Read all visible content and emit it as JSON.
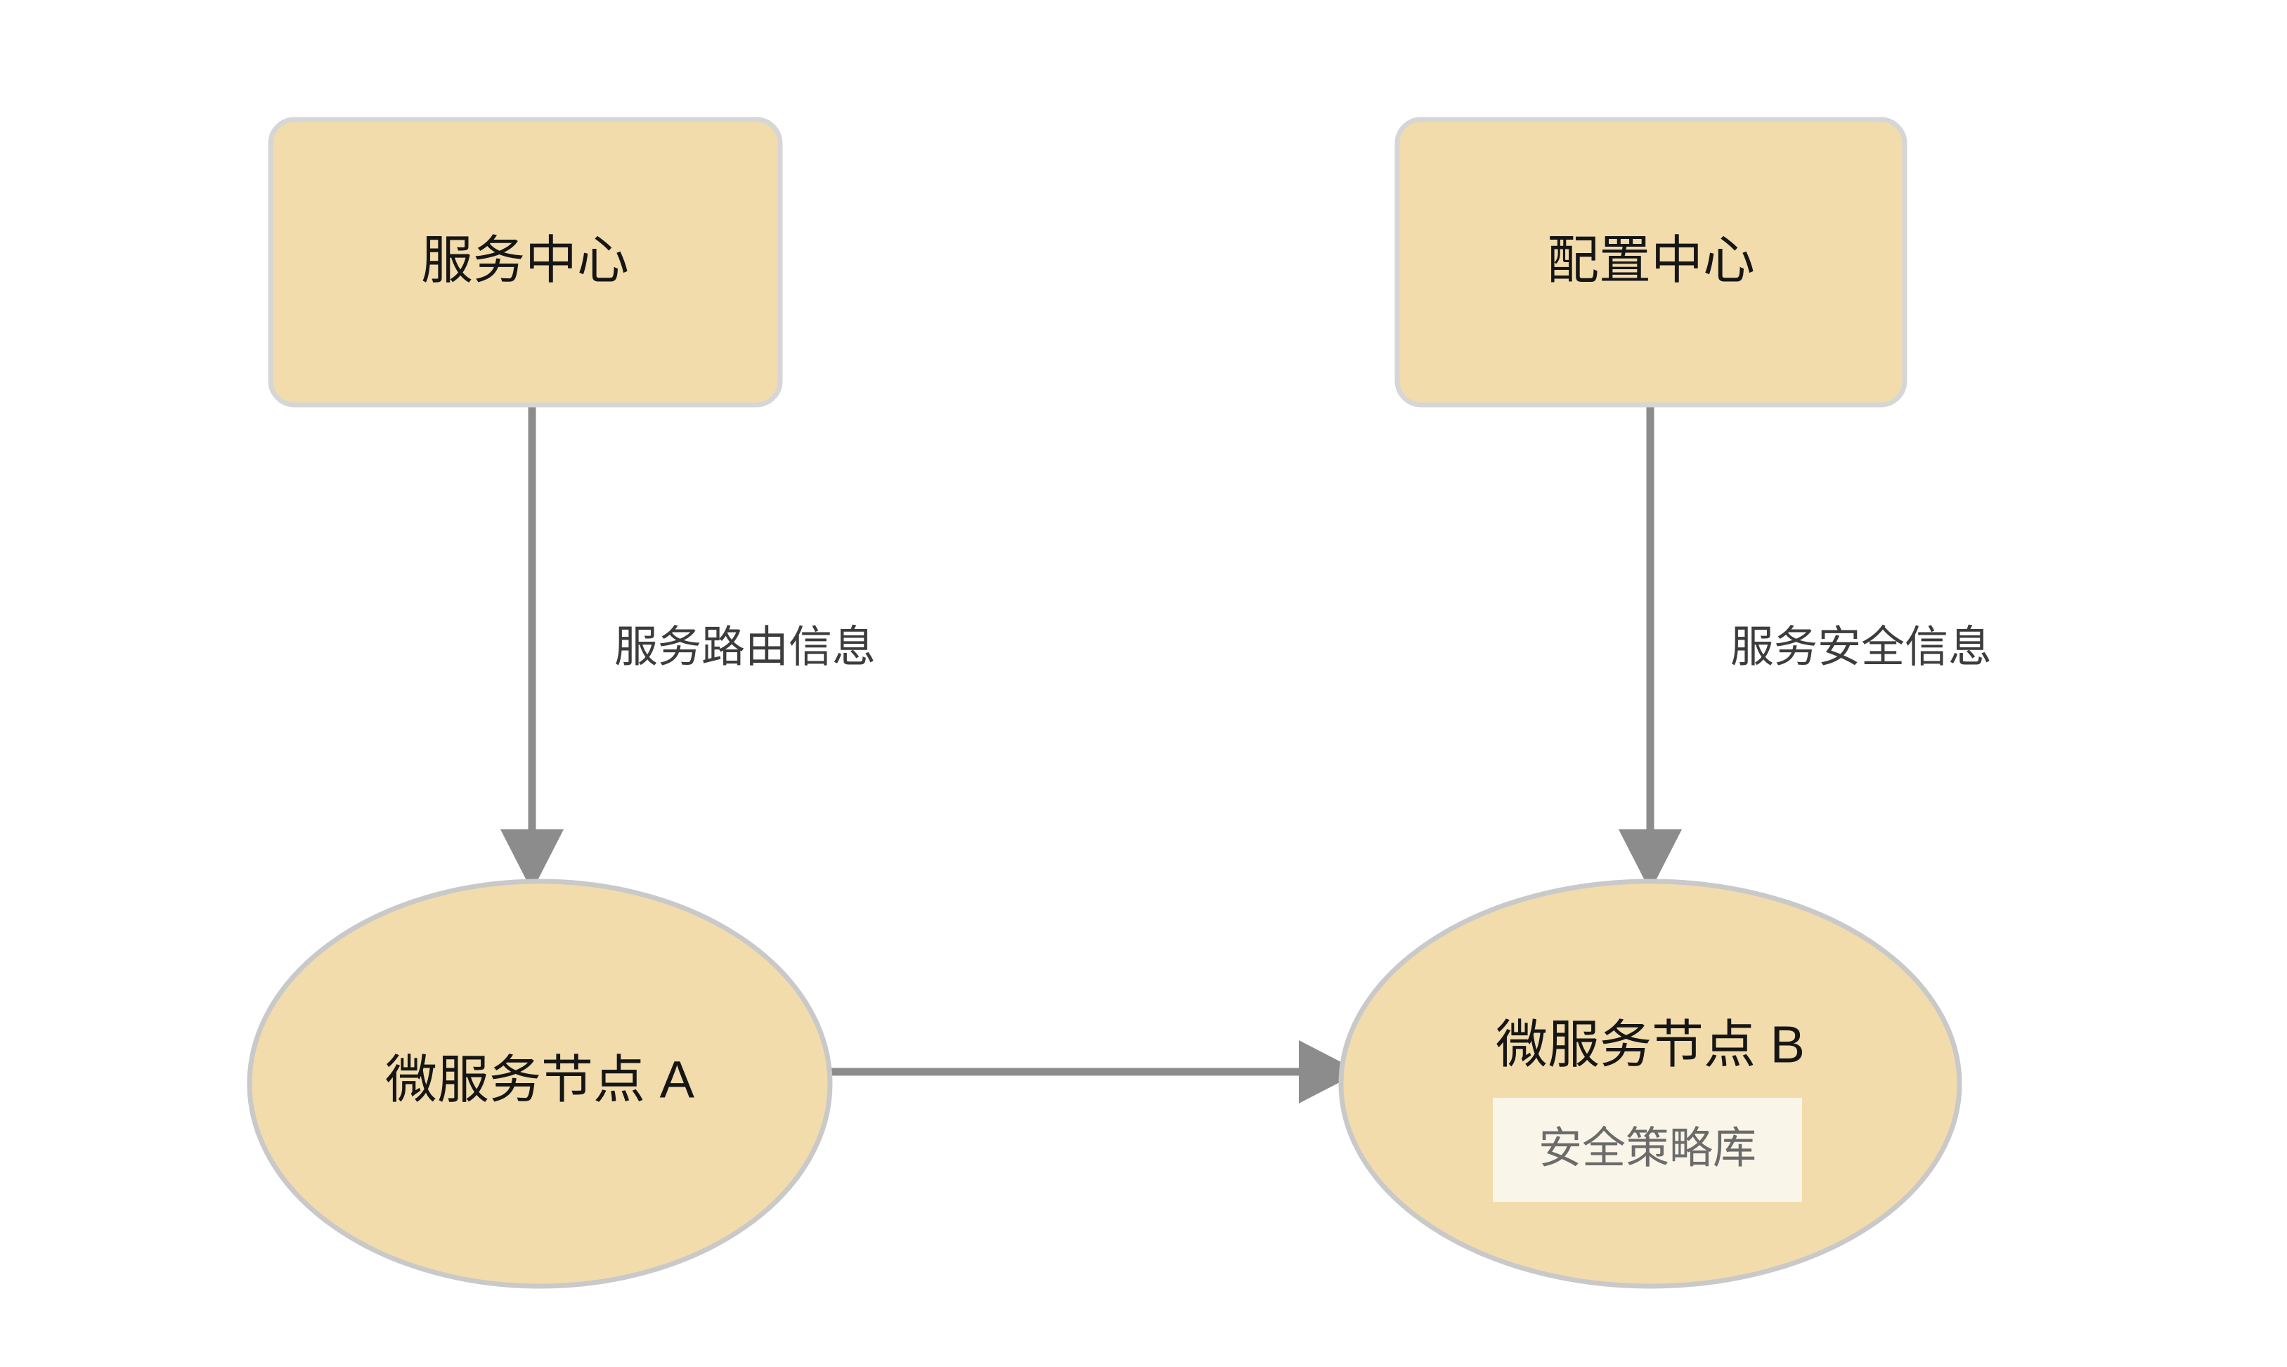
{
  "diagram": {
    "background_color": "#ffffff",
    "node_fill_color": "#f2dcac",
    "node_stroke_color": "#cccccc",
    "edge_color": "#8c8c8c",
    "badge_fill_color": "#f9f6e9",
    "badge_text_color": "#6b6b6b",
    "label_text_color": "#3c3c3c",
    "nodes": [
      {
        "id": "service-registry",
        "shape": "rounded-rect",
        "label": "服务中心"
      },
      {
        "id": "config-center",
        "shape": "rounded-rect",
        "label": "配置中心"
      },
      {
        "id": "microservice-node-a",
        "shape": "ellipse",
        "label": "微服务节点 A"
      },
      {
        "id": "microservice-node-b",
        "shape": "ellipse",
        "label": "微服务节点 B",
        "badge": "安全策略库"
      }
    ],
    "edges": [
      {
        "id": "edge-registry-to-a",
        "from": "service-registry",
        "to": "microservice-node-a",
        "label": "服务路由信息",
        "direction": "down"
      },
      {
        "id": "edge-config-to-b",
        "from": "config-center",
        "to": "microservice-node-b",
        "label": "服务安全信息",
        "direction": "down"
      },
      {
        "id": "edge-a-to-b",
        "from": "microservice-node-a",
        "to": "microservice-node-b",
        "label": "",
        "direction": "right"
      }
    ]
  }
}
